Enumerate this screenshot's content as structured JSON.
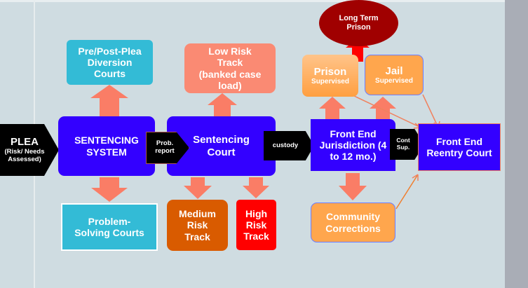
{
  "nodes": {
    "plea": {
      "title": "PLEA",
      "sub": "(Risk/ Needs Assessed)"
    },
    "sentencing_system": "SENTENCING SYSTEM",
    "prob_report": "Prob. report",
    "sentencing_court": "Sentencing Court",
    "custody": "custody",
    "front_end_jurisdiction": "Front End Jurisdiction (4 to 12 mo.)",
    "cont_sup": "Cont Sup.",
    "reentry_court": "Front End Reentry Court",
    "diversion": "Pre/Post-Plea Diversion Courts",
    "problem_solving": "Problem-Solving Courts",
    "low_risk": "Low Risk Track (banked case load)",
    "medium_risk": "Medium Risk Track",
    "high_risk": "High Risk Track",
    "long_term": "Long Term Prison",
    "prison": {
      "title": "Prison",
      "sub": "Supervised"
    },
    "jail": {
      "title": "Jail",
      "sub": "Supervised"
    },
    "community": "Community Corrections"
  },
  "colors": {
    "blue": "#3300ff",
    "teal": "#33bbd6",
    "salmon": "#fa8a73",
    "orange": "#ffa64d",
    "darkorange": "#d95b00",
    "red": "#ff0000",
    "darkred": "#a00000",
    "arrow": "#fa7d66"
  }
}
